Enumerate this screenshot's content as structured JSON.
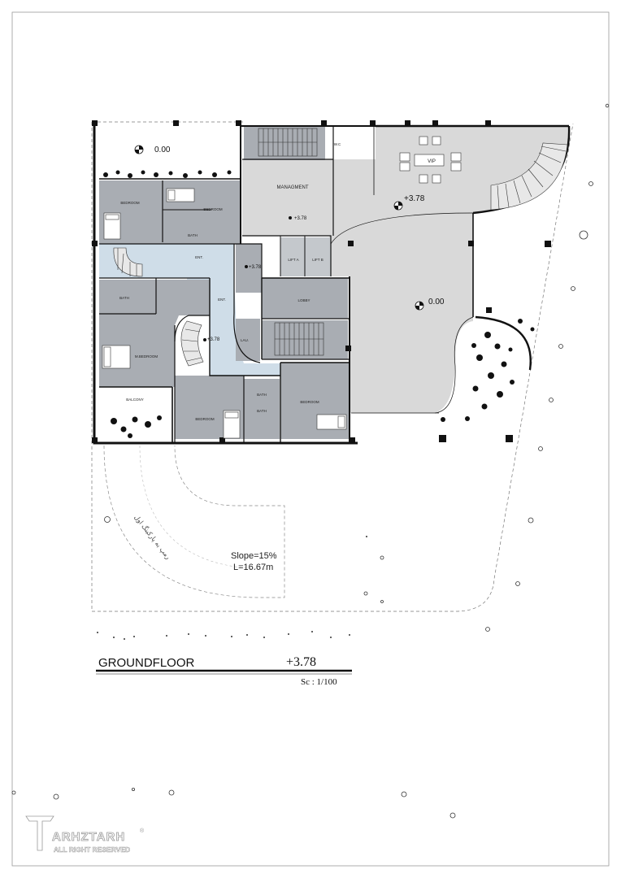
{
  "drawing": {
    "title": "GROUNDFLOOR",
    "level": "+3.78",
    "scale": "Sc : 1/100"
  },
  "rooms": {
    "bedroom_top_left": "BEDROOM",
    "bedroom_top_mid": "BEDROOM",
    "bath_top": "BATH",
    "entrance_left": "ENT.",
    "bath_mid": "BATH",
    "master_bedroom": "M.BEDROOM",
    "balcony": "BALCONY",
    "entrance_center": "ENT.",
    "laundry": "LAU.",
    "bedroom_bottom": "BEDROOM",
    "bath_bottom_a": "BATH",
    "bath_bottom_b": "BATH",
    "bedroom_right": "BEDROOM",
    "management": "MANAGMENT",
    "wc": "W.C",
    "vip": "VIP",
    "lift_a": "LIFT A",
    "lift_b": "LIFT B",
    "lobby": "LOBBY"
  },
  "levels": {
    "yard_top": "0.00",
    "hall": "+3.78",
    "management_small": "+3.78",
    "core_small": "+3.78",
    "stair_small": "+3.78",
    "parking": "0.00"
  },
  "ramp": {
    "slope": "Slope=15%",
    "length": "L=16.67m",
    "note": "رمپ به پارکینگ اول"
  },
  "watermark": {
    "brand": "ARHZTARH",
    "rights": "ALL RIGHT RESERVED",
    "registered": "®"
  },
  "colors": {
    "room_fill": "#a9adb3",
    "hall_fill": "#d9d9d9",
    "corridor_fill": "#cfdde8",
    "wall": "#111111"
  }
}
